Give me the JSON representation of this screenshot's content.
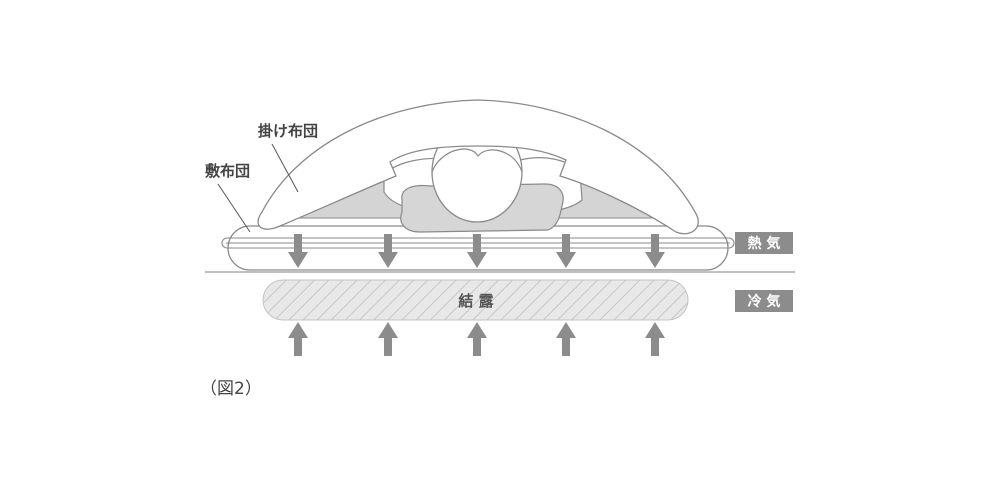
{
  "labels": {
    "kakebuton": "掛け布団",
    "shikibuton": "敷布団",
    "netsuki": "熱 気",
    "reiki": "冷 気",
    "ketsuro": "結 露",
    "caption": "（図2）"
  },
  "colors": {
    "outline": "#8a8a8a",
    "arrow": "#8c8c8c",
    "badge_bg": "#8c8c8c",
    "badge_text": "#ffffff",
    "condensation_fill": "#e6e6e6",
    "hatch": "#c8c8c8",
    "body_shadow": "#d2d2d2",
    "pillow": "#d6d6d6"
  }
}
